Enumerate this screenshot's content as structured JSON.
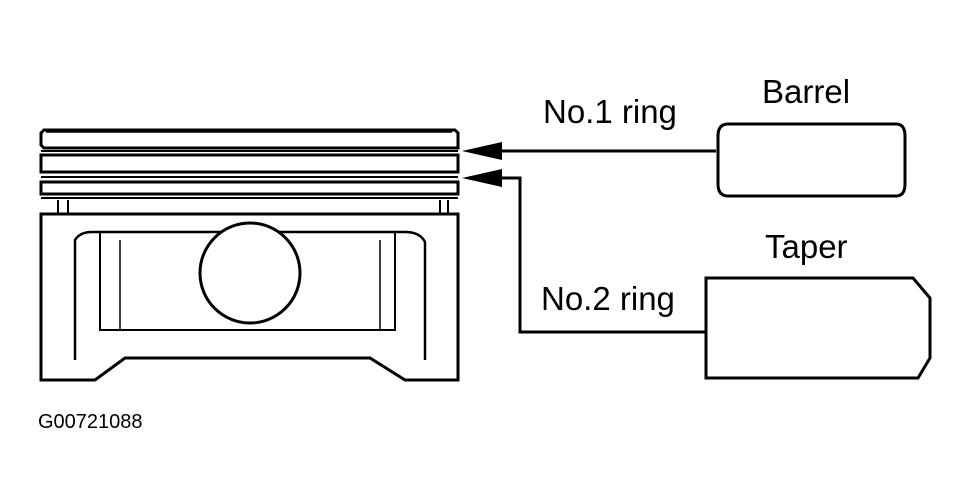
{
  "labels": {
    "no1_ring": "No.1 ring",
    "no2_ring": "No.2 ring",
    "barrel": "Barrel",
    "taper": "Taper",
    "figure_code": "G00721088"
  },
  "colors": {
    "stroke": "#000000",
    "background": "#ffffff"
  }
}
